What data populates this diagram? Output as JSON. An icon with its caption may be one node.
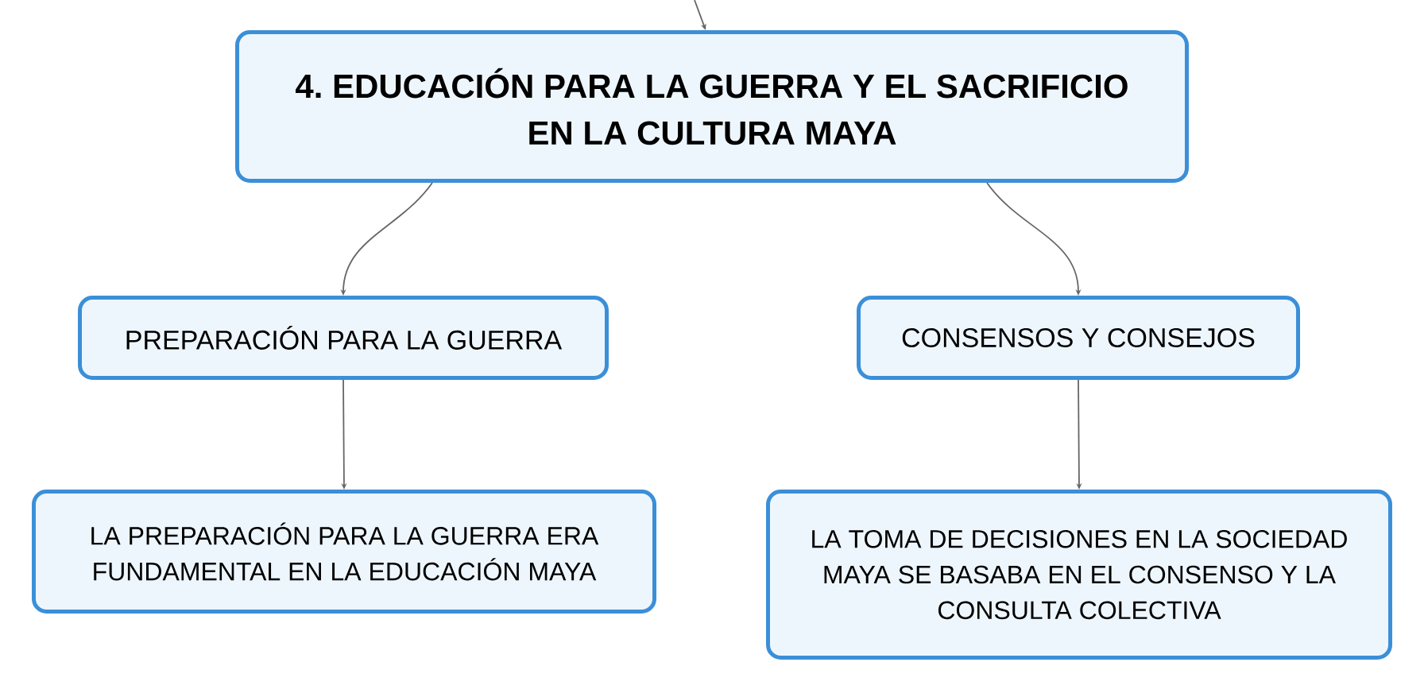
{
  "diagram": {
    "nodes": [
      {
        "text": [
          "4. EDUCACIÓN PARA LA GUERRA Y EL SACRIFICIO EN LA CULTURA MAYA"
        ]
      },
      {
        "text": [
          "PREPARACIÓN PARA LA GUERRA"
        ]
      },
      {
        "text": [
          "CONSENSOS Y CONSEJOS"
        ]
      },
      {
        "text": [
          "LA PREPARACIÓN PARA LA GUERRA ERA FUNDAMENTAL EN LA EDUCACIÓN MAYA"
        ]
      },
      {
        "text": [
          "LA TOMA DE DECISIONES EN LA SOCIEDAD MAYA SE BASABA EN EL CONSENSO Y LA CONSULTA COLECTIVA"
        ]
      }
    ],
    "edges": [
      {
        "from": null,
        "to": 0,
        "arrow": "to"
      },
      {
        "from": 0,
        "to": 1,
        "arrow": "to"
      },
      {
        "from": 0,
        "to": 2,
        "arrow": "to"
      },
      {
        "from": 1,
        "to": 3,
        "arrow": "to"
      },
      {
        "from": 2,
        "to": 4,
        "arrow": "to"
      }
    ]
  }
}
